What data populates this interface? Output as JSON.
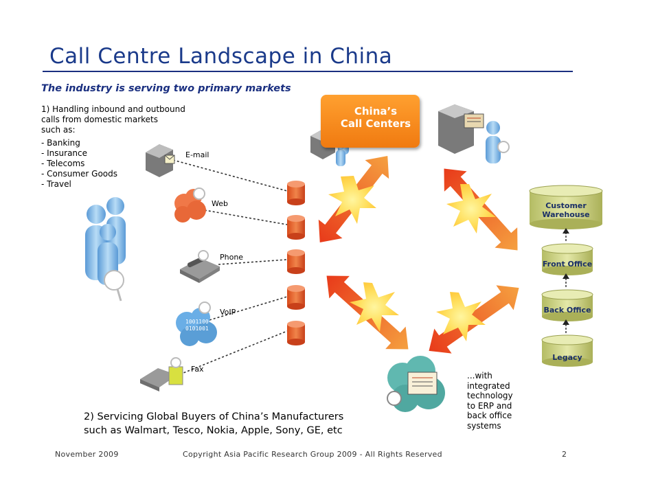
{
  "title": "Call Centre Landscape in China",
  "subtitle": "The industry is serving two primary markets",
  "market1": {
    "line1": "1) Handling inbound and outbound",
    "line2": "calls from domestic markets",
    "line3": "such as:",
    "items": [
      "- Banking",
      "- Insurance",
      "- Telecoms",
      "- Consumer Goods",
      "- Travel"
    ]
  },
  "channels": {
    "email": "E-mail",
    "web": "Web",
    "phone": "Phone",
    "voip": "VoIP",
    "voip_bits": [
      "1001100",
      "0101001"
    ],
    "fax": "Fax"
  },
  "call_centers": {
    "line1": "China’s",
    "line2": "Call Centers"
  },
  "systems": {
    "customer_warehouse_1": "Customer",
    "customer_warehouse_2": "Warehouse",
    "front_office": "Front Office",
    "back_office": "Back Office",
    "legacy": "Legacy"
  },
  "integration_note": [
    "...with",
    "integrated",
    "technology",
    "to ERP and",
    "back office",
    "systems"
  ],
  "market2": {
    "line1": "2) Servicing Global Buyers of China’s Manufacturers",
    "line2": "such as Walmart, Tesco, Nokia, Apple, Sony, GE, etc"
  },
  "footer": {
    "date": "November 2009",
    "copyright": "Copyright Asia Pacific Research Group 2009 -  All Rights Reserved",
    "page": "2"
  },
  "colors": {
    "title": "#1a3a8a",
    "orange": "#f07a10",
    "red_cylinder": "#e8582a",
    "olive_cylinder": "#c8d080",
    "person_blue": "#8fc0e8"
  }
}
